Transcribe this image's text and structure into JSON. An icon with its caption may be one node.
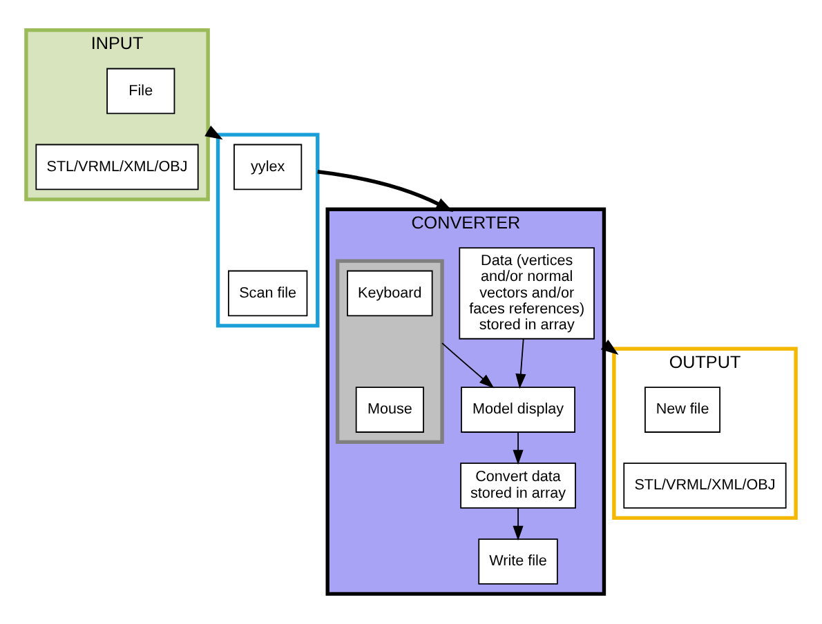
{
  "diagram": {
    "nodes": [
      {
        "text": [
          "INPUT"
        ]
      },
      {
        "text": [
          "File"
        ],
        "in": 0
      },
      {
        "text": [
          "STL/VRML/XML/OBJ"
        ],
        "in": 0
      },
      {
        "text": [],
        "shape": "box"
      },
      {
        "text": [
          "yylex"
        ],
        "in": 3
      },
      {
        "text": [
          "Scan file"
        ],
        "in": 3
      },
      {
        "text": [
          "CONVERTER"
        ]
      },
      {
        "text": [
          "Data (vertices and/or normal vectors and/or faces references) stored in array"
        ],
        "in": 6
      },
      {
        "text": [
          "Model display"
        ],
        "in": 6
      },
      {
        "text": [],
        "shape": "box",
        "in": 6
      },
      {
        "text": [
          "Keyboard"
        ],
        "in": 9
      },
      {
        "text": [
          "Mouse"
        ],
        "in": 9
      },
      {
        "text": [
          "Convert data stored in array"
        ],
        "in": 6
      },
      {
        "text": [
          "Write file"
        ],
        "in": 6
      },
      {
        "text": [
          "OUTPUT"
        ]
      },
      {
        "text": [
          "New file"
        ],
        "in": 14
      },
      {
        "text": [
          "STL/VRML/XML/OBJ"
        ],
        "in": 14
      }
    ],
    "edges": [
      {
        "from": 0,
        "to": 3,
        "arrow": "to",
        "style": "thick"
      },
      {
        "from": 3,
        "to": 6,
        "arrow": "to",
        "style": "thick"
      },
      {
        "from": 7,
        "to": 8,
        "arrow": "to"
      },
      {
        "from": 9,
        "to": 8,
        "arrow": "to"
      },
      {
        "from": 8,
        "to": 12,
        "arrow": "to"
      },
      {
        "from": 12,
        "to": 13,
        "arrow": "to"
      },
      {
        "from": 6,
        "to": 14,
        "arrow": "to",
        "style": "thick"
      }
    ]
  }
}
